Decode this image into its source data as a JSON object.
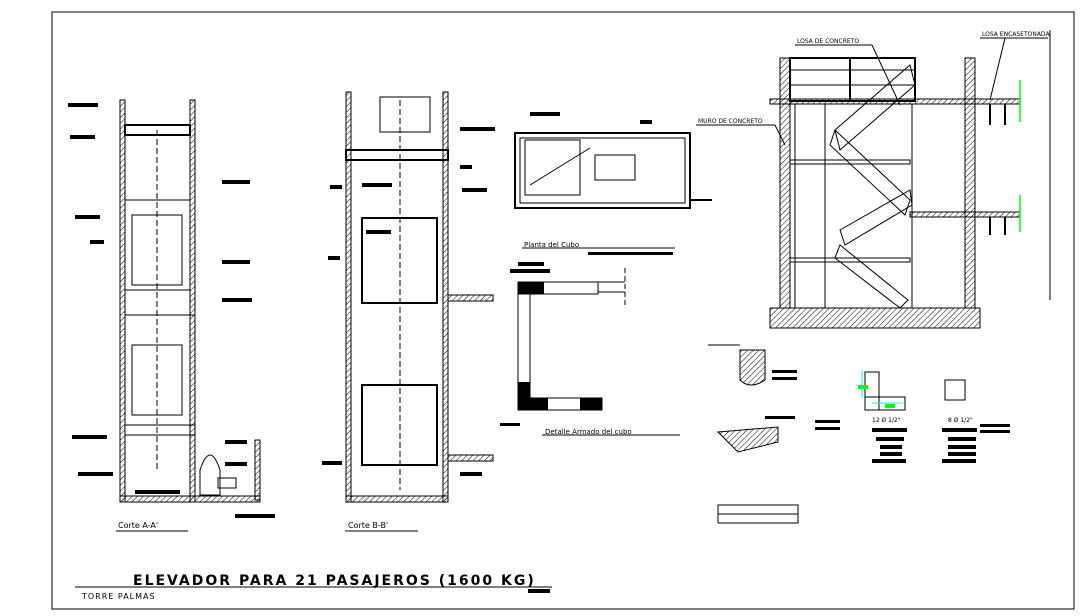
{
  "drawing": {
    "title": "ELEVADOR PARA 21 PASAJEROS (1600 KG)",
    "subtitle": "TORRE PALMAS",
    "views": {
      "section_a": "Corte A-A'",
      "section_b": "Corte B-B'",
      "plan": "Planta del Cubo",
      "reinforcement": "Detalle Armado del cubo"
    },
    "stair_labels": {
      "slab": "LOSA DE CONCRETO",
      "waffle_slab": "LOSA ENCASETONADA",
      "wall": "MURO DE CONCRETO"
    },
    "column_details": [
      "12 Ø 1/2\"",
      "8 Ø 1/2\""
    ],
    "colors": {
      "line": "#000000",
      "marker_green": "#00ff00",
      "marker_cyan": "#00ffff"
    }
  }
}
